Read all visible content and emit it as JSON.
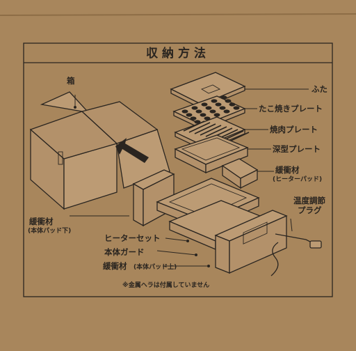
{
  "title": "収納方法",
  "labels": {
    "box": "箱",
    "lid": "ふた",
    "takoyaki_plate": "たこ焼きプレート",
    "grill_plate": "焼肉プレート",
    "deep_plate": "深型プレート",
    "cushion_heater_1": "緩衝材",
    "cushion_heater_2": "(ヒーターパッド)",
    "temp_control_1": "温度調節",
    "temp_control_2": "プラグ",
    "cushion_bottom_1": "緩衝材",
    "cushion_bottom_2": "(本体パッド下)",
    "heater_set": "ヒーターセット",
    "body_guard": "本体ガード",
    "cushion_top_1": "緩衝材",
    "cushion_top_2": "(本体パッド上)"
  },
  "note": "※金属ヘラは付属していません",
  "colors": {
    "cardboard": "#a8865c",
    "ink": "#2a2520"
  }
}
